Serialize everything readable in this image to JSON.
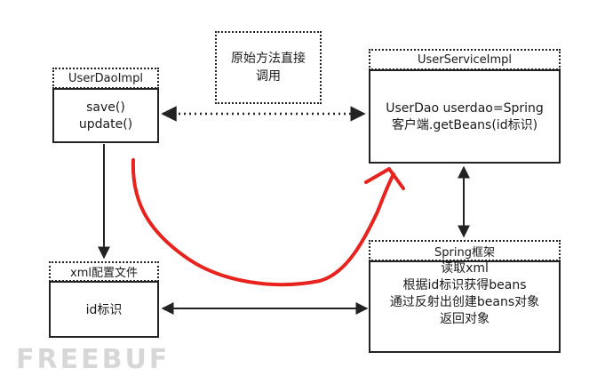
{
  "note": {
    "lines": [
      "原始方法直接",
      "调用"
    ]
  },
  "dao": {
    "title": "UserDaoImpl",
    "methods": [
      "save()",
      "update()"
    ]
  },
  "service": {
    "title": "UserServiceImpl",
    "lines": [
      "UserDao userdao=Spring",
      "客户端.getBeans(id标识)"
    ]
  },
  "xml": {
    "title": "xml配置文件",
    "content": "id标识"
  },
  "spring": {
    "title": "Spring框架",
    "lines": [
      "读取xml",
      "根据id标识获得beans",
      "通过反射出创建beans对象",
      "返回对象"
    ]
  },
  "watermark": "FREEBUF",
  "colors": {
    "red_stroke": "#e8231d",
    "line": "#222222"
  }
}
